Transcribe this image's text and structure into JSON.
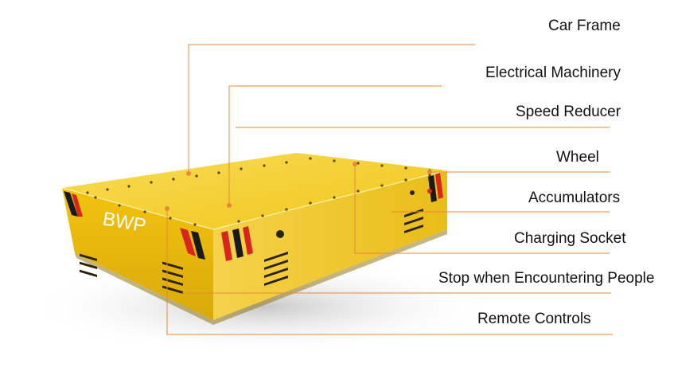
{
  "brand": "BWP",
  "colors": {
    "body_yellow": "#f3c90f",
    "top_yellow": "#f6d33a",
    "leader_orange": "#e8893a",
    "stripe_red": "#d8261c",
    "stripe_black": "#1a1a1a"
  },
  "callouts": [
    {
      "id": "car-frame",
      "label": "Car Frame"
    },
    {
      "id": "electrical-machinery",
      "label": "Electrical Machinery"
    },
    {
      "id": "speed-reducer",
      "label": "Speed Reducer"
    },
    {
      "id": "wheel",
      "label": "Wheel"
    },
    {
      "id": "accumulators",
      "label": "Accumulators"
    },
    {
      "id": "charging-socket",
      "label": "Charging Socket"
    },
    {
      "id": "stop-when-encountering-people",
      "label": "Stop when Encountering People"
    },
    {
      "id": "remote-controls",
      "label": "Remote Controls"
    }
  ]
}
